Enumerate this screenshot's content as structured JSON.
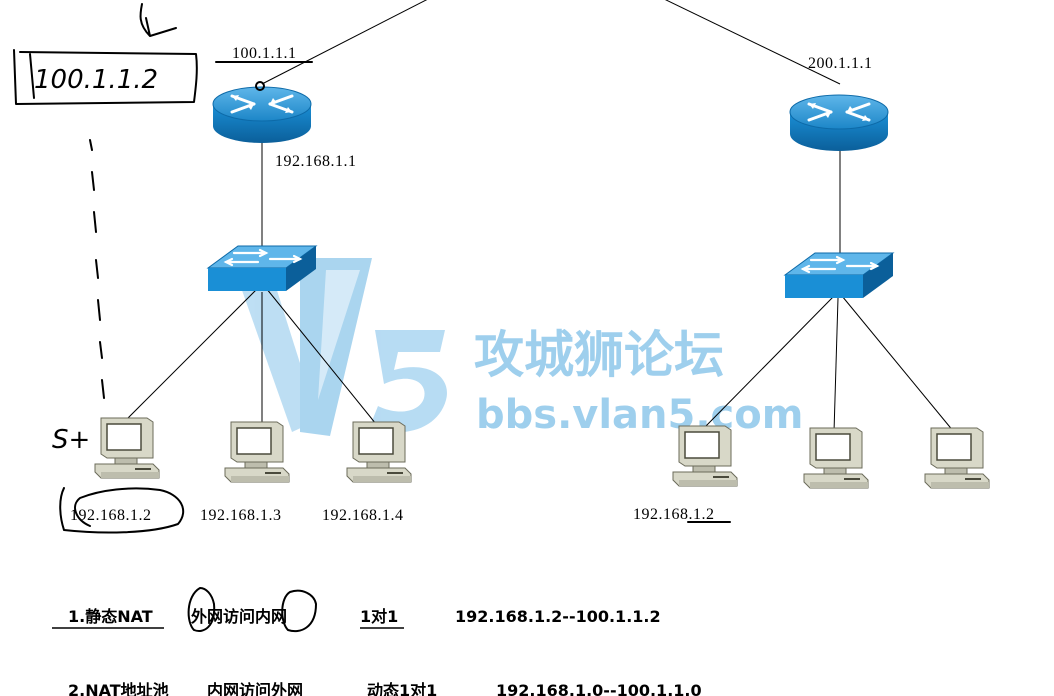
{
  "routers": {
    "left": {
      "wan_ip": "100.1.1.1",
      "lan_ip": "192.168.1.1"
    },
    "right": {
      "wan_ip": "200.1.1.1"
    }
  },
  "hosts": {
    "left": [
      "192.168.1.2",
      "192.168.1.3",
      "192.168.1.4"
    ],
    "right_first": "192.168.1.2"
  },
  "handwriting": {
    "box_ip": "100.1.1.2",
    "side_note": "S+"
  },
  "notes": [
    {
      "num": "1.",
      "type": "静态NAT",
      "direction": "外网访问内网",
      "mapping": "1对1",
      "range": "192.168.1.2--100.1.1.2"
    },
    {
      "num": "2.",
      "type": "NAT地址池",
      "direction": "内网访问外网",
      "mapping": "动态1对1",
      "range": "192.168.1.0--100.1.1.0"
    }
  ],
  "watermark": {
    "logo": "V5",
    "name": "攻城狮论坛",
    "url": "bbs.vlan5.com"
  },
  "colors": {
    "device_blue": "#1a8fd6",
    "device_dark": "#0b5f9a",
    "watermark": "#8ec7ea"
  }
}
